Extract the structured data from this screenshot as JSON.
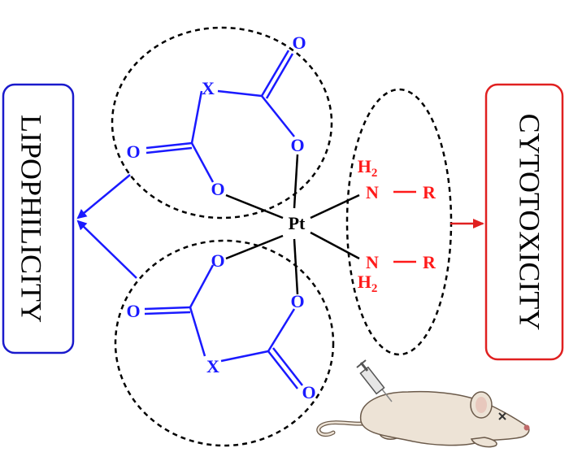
{
  "labels": {
    "left_box": "LIPOPHILICITY",
    "right_box": "CYTOTOXICITY"
  },
  "atoms": {
    "metal": "Pt",
    "oxygen": "O",
    "x_group": "X",
    "nitrogen": "N",
    "h2": "H",
    "h2_sub": "2",
    "r_group": "R"
  },
  "colors": {
    "carboxylate_ligand": "#1a1aff",
    "amine_ligand": "#ff1a1a",
    "metal": "#000000",
    "left_box_border": "#1a1acc",
    "right_box_border": "#e02020",
    "mouse_fill": "#ede3d6",
    "mouse_outline": "#6b5a4a"
  },
  "icons": {
    "animal": "mouse-icon",
    "injection": "syringe-icon"
  }
}
